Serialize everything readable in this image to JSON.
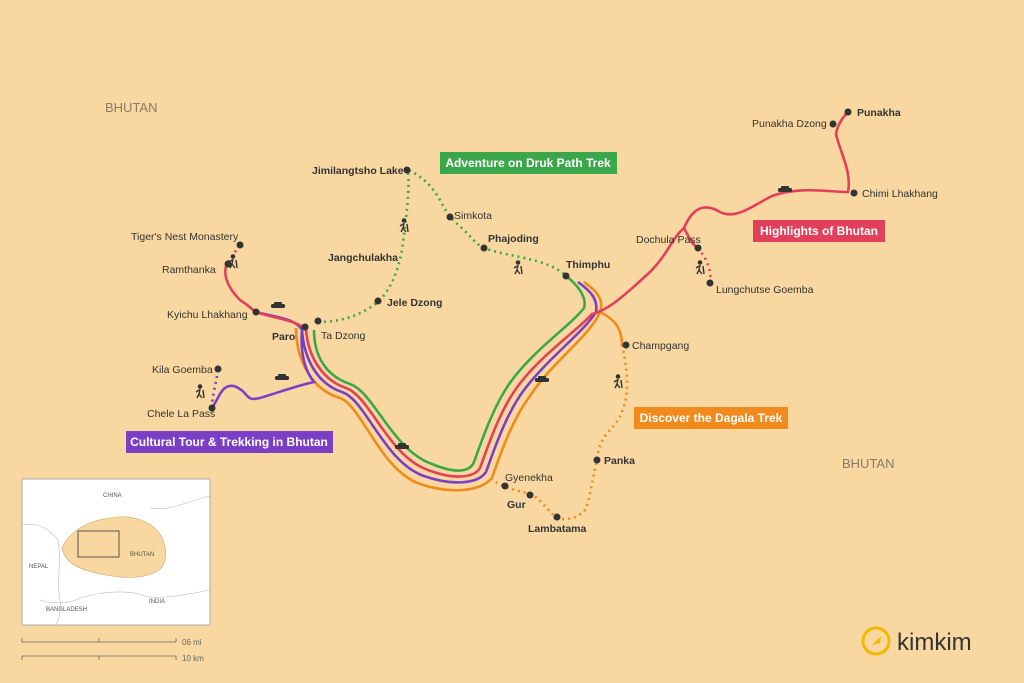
{
  "country_labels": [
    "BHUTAN",
    "BHUTAN"
  ],
  "colors": {
    "background": "#f8d8a0",
    "green_route": "#3aa84a",
    "red_route": "#e2405a",
    "purple_route": "#7b3fc6",
    "orange_route": "#f08a1c"
  },
  "routes": [
    {
      "name": "Adventure on Druk Path Trek",
      "color": "#3aa84a"
    },
    {
      "name": "Highlights of Bhutan",
      "color": "#e2405a"
    },
    {
      "name": "Discover the Dagala Trek",
      "color": "#f08a1c"
    },
    {
      "name": "Cultural Tour & Trekking in Bhutan",
      "color": "#7b3fc6"
    }
  ],
  "places": [
    "Punakha",
    "Punakha Dzong",
    "Chimi Lhakhang",
    "Dochula Pass",
    "Lungchutse Goemba",
    "Thimphu",
    "Phajoding",
    "Simkota",
    "Jimilangtsho Lake",
    "Jangchulakha",
    "Jele Dzong",
    "Ta Dzong",
    "Paro",
    "Kyichu Lhakhang",
    "Ramthanka",
    "Tiger's Nest Monastery",
    "Kila Goemba",
    "Chele La Pass",
    "Champgang",
    "Panka",
    "Gyenekha",
    "Gur",
    "Lambatama"
  ],
  "inset": {
    "labels": [
      "CHINA",
      "NEPAL",
      "BHUTAN",
      "BANGLADESH",
      "INDIA"
    ]
  },
  "scale": {
    "miles": "06 mi",
    "km": "10 km"
  },
  "brand": {
    "name": "kimkim"
  },
  "icons": [
    "car-icon",
    "hiker-icon",
    "compass-logo-icon"
  ]
}
